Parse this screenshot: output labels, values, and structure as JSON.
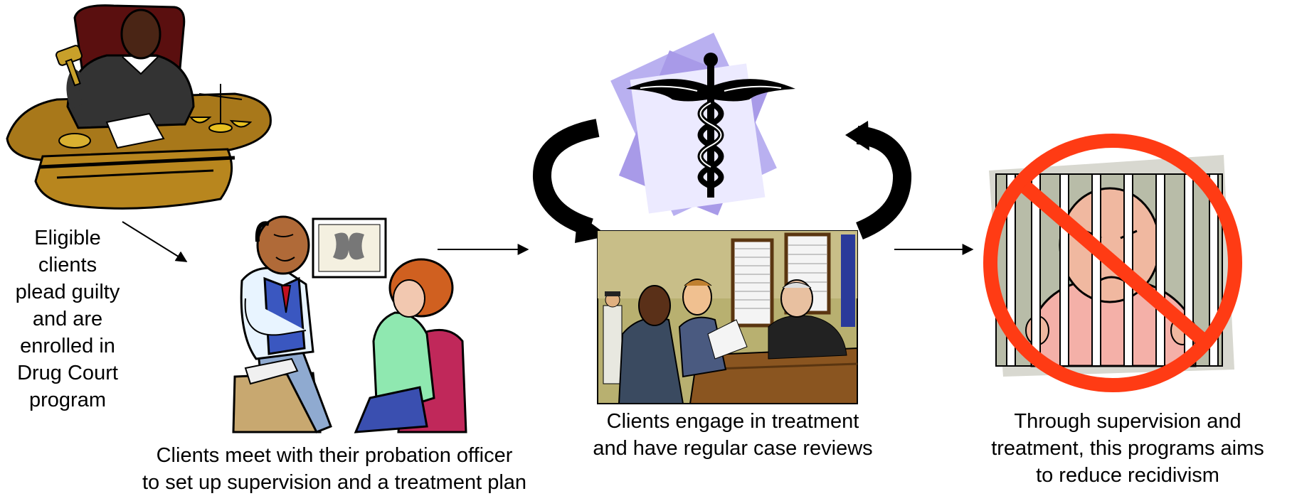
{
  "steps": [
    {
      "id": "judge",
      "icon": "judge-at-bench-icon",
      "caption_lines": [
        "Eligible",
        "clients",
        "plead guilty",
        "and are",
        "enrolled in",
        "Drug Court",
        "program"
      ]
    },
    {
      "id": "probation",
      "icon": "probation-meeting-icon",
      "caption_lines": [
        "Clients meet with their probation officer",
        "to set up supervision and a treatment plan"
      ]
    },
    {
      "id": "treatment",
      "icon": "caduceus-icon",
      "extra_icon": "courtroom-review-icon",
      "caption_lines": [
        "Clients engage in treatment",
        "and have regular case reviews"
      ]
    },
    {
      "id": "outcome",
      "icon": "no-jail-icon",
      "caption_lines": [
        "Through supervision and",
        "treatment, this programs aims",
        "to reduce recidivism"
      ]
    }
  ],
  "connectors": [
    "diagonal-arrow",
    "right-arrow",
    "cycle-arrow-left",
    "cycle-arrow-right",
    "right-arrow"
  ],
  "colors": {
    "prohibition_red": "#ff3b14",
    "desk_brown": "#a8781a",
    "lavender": "#b9b0f0",
    "judge_robe": "#333333",
    "text": "#000000"
  }
}
